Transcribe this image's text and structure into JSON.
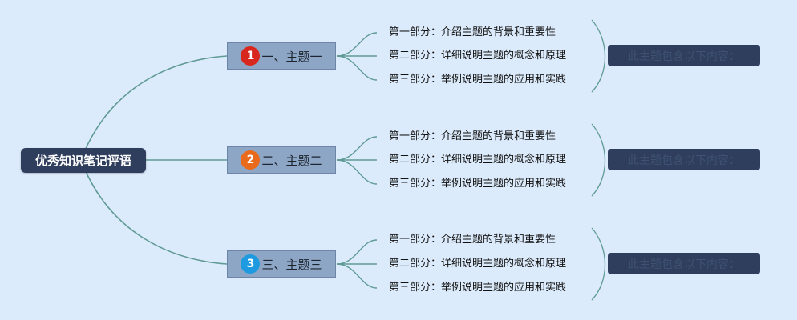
{
  "root": {
    "label": "优秀知识笔记评语"
  },
  "colors": {
    "link": "#5f9a94",
    "bracket": "#5f9a94"
  },
  "topics": [
    {
      "number": "1",
      "badge_color": "#d8281e",
      "label": "一、主题一",
      "children": [
        "第一部分：介绍主题的背景和重要性",
        "第二部分：详细说明主题的概念和原理",
        "第三部分：举例说明主题的应用和实践"
      ],
      "summary": "此主题包含以下内容："
    },
    {
      "number": "2",
      "badge_color": "#ea6a1c",
      "label": "二、主题二",
      "children": [
        "第一部分：介绍主题的背景和重要性",
        "第二部分：详细说明主题的概念和原理",
        "第三部分：举例说明主题的应用和实践"
      ],
      "summary": "此主题包含以下内容："
    },
    {
      "number": "3",
      "badge_color": "#1e9be0",
      "label": "三、主题三",
      "children": [
        "第一部分：介绍主题的背景和重要性",
        "第二部分：详细说明主题的概念和原理",
        "第三部分：举例说明主题的应用和实践"
      ],
      "summary": "此主题包含以下内容："
    }
  ]
}
